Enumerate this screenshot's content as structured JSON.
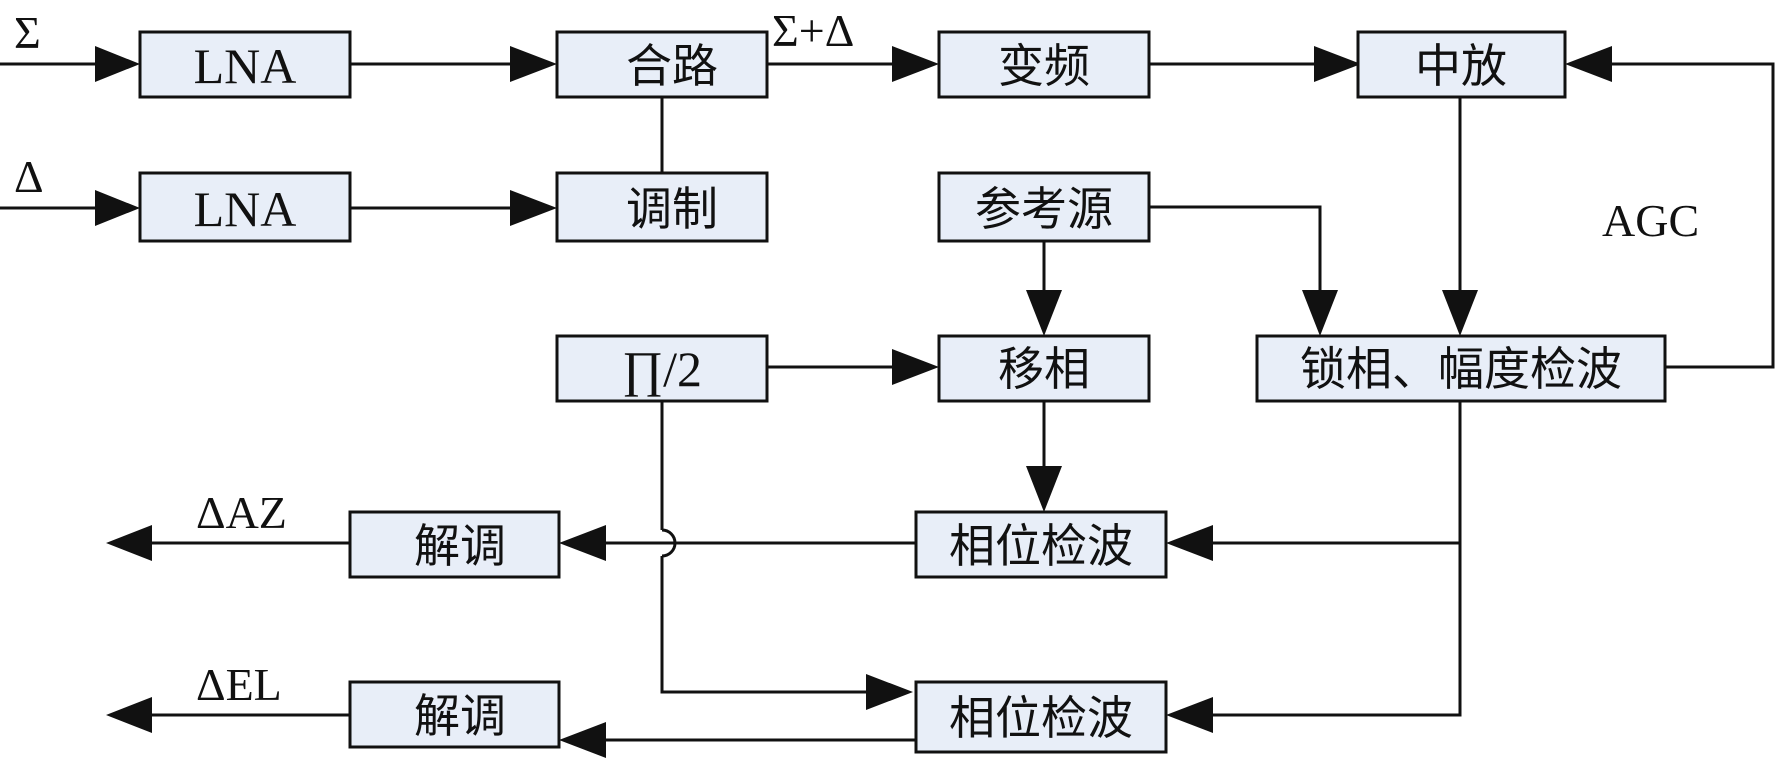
{
  "blocks": {
    "lna_sum": "LNA",
    "lna_delta": "LNA",
    "combiner": "合路",
    "modulator": "调制",
    "mixer": "变频",
    "if_amp": "中放",
    "reference": "参考源",
    "pi_half": "∏/2",
    "phase_shift": "移相",
    "pll_detector": "锁相、幅度检波",
    "phase_det_az": "相位检波",
    "phase_det_el": "相位检波",
    "demod_az": "解调",
    "demod_el": "解调"
  },
  "signals": {
    "sum_in": "Σ",
    "delta_in": "Δ",
    "sum_plus_delta": "Σ+Δ",
    "agc": "AGC",
    "delta_az": "ΔAZ",
    "delta_el": "ΔEL"
  },
  "colors": {
    "block_fill": "#e8eef8",
    "stroke": "#111111"
  }
}
